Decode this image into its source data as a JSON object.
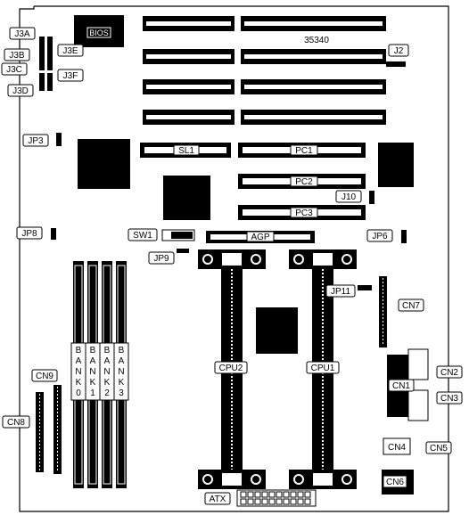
{
  "board": {
    "model": "35340",
    "bios": "BIOS"
  },
  "jumpers": {
    "j3a": "J3A",
    "j3b": "J3B",
    "j3c": "J3C",
    "j3d": "J3D",
    "j3e": "J3E",
    "j3f": "J3F",
    "j2": "J2",
    "jp3": "JP3",
    "j10": "J10",
    "jp8": "JP8",
    "jp6": "JP6",
    "jp9": "JP9",
    "jp11": "JP11",
    "sw1": "SW1"
  },
  "slots": {
    "sl1": "SL1",
    "pc1": "PC1",
    "pc2": "PC2",
    "pc3": "PC3",
    "agp": "AGP"
  },
  "cpus": {
    "cpu1": "CPU1",
    "cpu2": "CPU2"
  },
  "memory": {
    "bank0": [
      "B",
      "A",
      "N",
      "K",
      "0"
    ],
    "bank1": [
      "B",
      "A",
      "N",
      "K",
      "1"
    ],
    "bank2": [
      "B",
      "A",
      "N",
      "K",
      "2"
    ],
    "bank3": [
      "B",
      "A",
      "N",
      "K",
      "3"
    ]
  },
  "connectors": {
    "cn1": "CN1",
    "cn2": "CN2",
    "cn3": "CN3",
    "cn4": "CN4",
    "cn5": "CN5",
    "cn6": "CN6",
    "cn7": "CN7",
    "cn8": "CN8",
    "cn9": "CN9",
    "atx": "ATX"
  }
}
